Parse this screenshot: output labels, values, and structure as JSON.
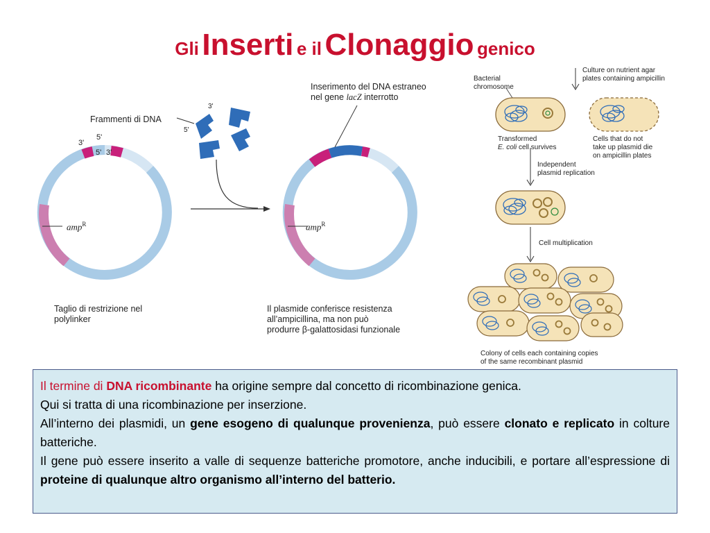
{
  "title": {
    "p1": "Gli",
    "p2": "Inserti",
    "p3": "e il",
    "p4": "Clonaggio",
    "p5": "genico"
  },
  "left_diagram": {
    "fragments_label": "Frammenti di DNA",
    "end_3_top": "3'",
    "end_5_top": "5'",
    "end_5_bottom": "5'",
    "end_3_bottom": "3'",
    "frag_3": "3'",
    "frag_5": "5'",
    "amp_main": "amp",
    "amp_sup": "R",
    "caption_line1": "Taglio di restrizione nel",
    "caption_line2": "polylinker"
  },
  "right_diagram": {
    "insert_line1": "Inserimento del DNA estraneo",
    "insert_line2_a": "nel gene ",
    "insert_gene": "lacZ",
    "insert_line2_b": " interrotto",
    "amp_main": "amp",
    "amp_sup": "R",
    "caption_line1": "Il plasmide conferisce resistenza",
    "caption_line2": "all’ampicillina, ma non può",
    "caption_line3": "produrre β-galattosidasi funzionale"
  },
  "ecoli_diagram": {
    "bacterial_chromosome_1": "Bacterial",
    "bacterial_chromosome_2": "chromosome",
    "culture_1": "Culture on nutrient agar",
    "culture_2": "plates containing ampicillin",
    "transformed_1": "Transformed",
    "transformed_2a": "E. coli",
    "transformed_2b": " cell survives",
    "not_take_1": "Cells that do not",
    "not_take_2": "take up plasmid die",
    "not_take_3": "on ampicillin plates",
    "independent_1": "Independent",
    "independent_2": "plasmid replication",
    "cell_mult": "Cell multiplication",
    "colony_1": "Colony of cells each containing copies",
    "colony_2": "of the same recombinant plasmid"
  },
  "textbox": {
    "s1_a": "Il termine di ",
    "s1_b": "DNA ricombinante",
    "s1_c": " ha origine sempre dal concetto di ricombinazione genica.",
    "s2": "Qui si tratta di una ricombinazione per inserzione.",
    "s3_a": "All’interno dei plasmidi, un ",
    "s3_b": "gene esogeno di qualunque provenienza",
    "s3_c": ", può essere ",
    "s3_d": "clonato e replicato",
    "s3_e": " in colture batteriche.",
    "s4_a": "Il gene può essere inserito a valle di sequenze batteriche promotore, anche inducibili, e portare all’espressione di ",
    "s4_b": "proteine di qualunque altro organismo all’interno del batterio."
  },
  "colors": {
    "title_red": "#c8102e",
    "plasmid_blue": "#a9cbe6",
    "plasmid_light": "#d6e6f3",
    "amp_pink": "#cc7fb0",
    "cut_magenta": "#c8207a",
    "fragment_blue": "#2f6db8",
    "cell_fill": "#f5e3b8",
    "cell_border": "#8a6a3a",
    "textbox_bg": "#d6eaf1"
  }
}
